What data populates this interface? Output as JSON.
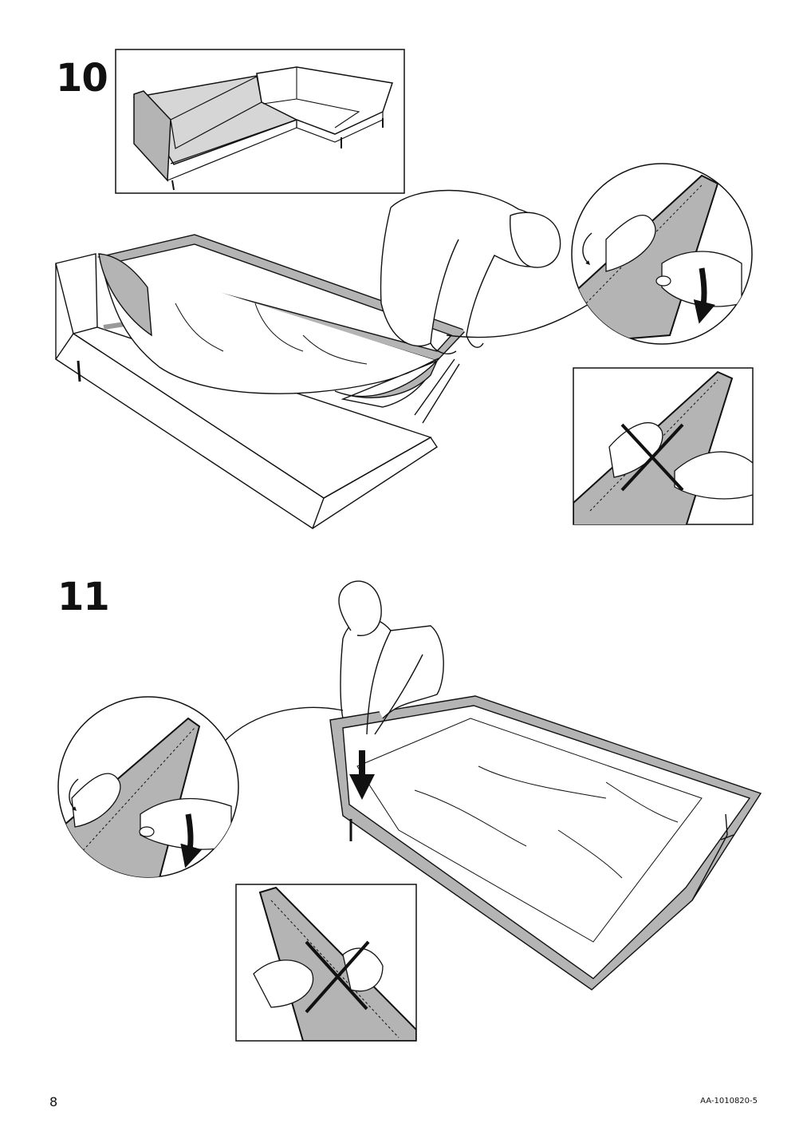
{
  "steps": [
    {
      "number": "10"
    },
    {
      "number": "11"
    }
  ],
  "footer": {
    "page_number": "8",
    "document_id": "AA-1010820-5"
  },
  "colors": {
    "fabric_gray": "#b4b4b4",
    "light_gray": "#d6d6d6",
    "line": "#111111",
    "paper": "#ffffff"
  }
}
